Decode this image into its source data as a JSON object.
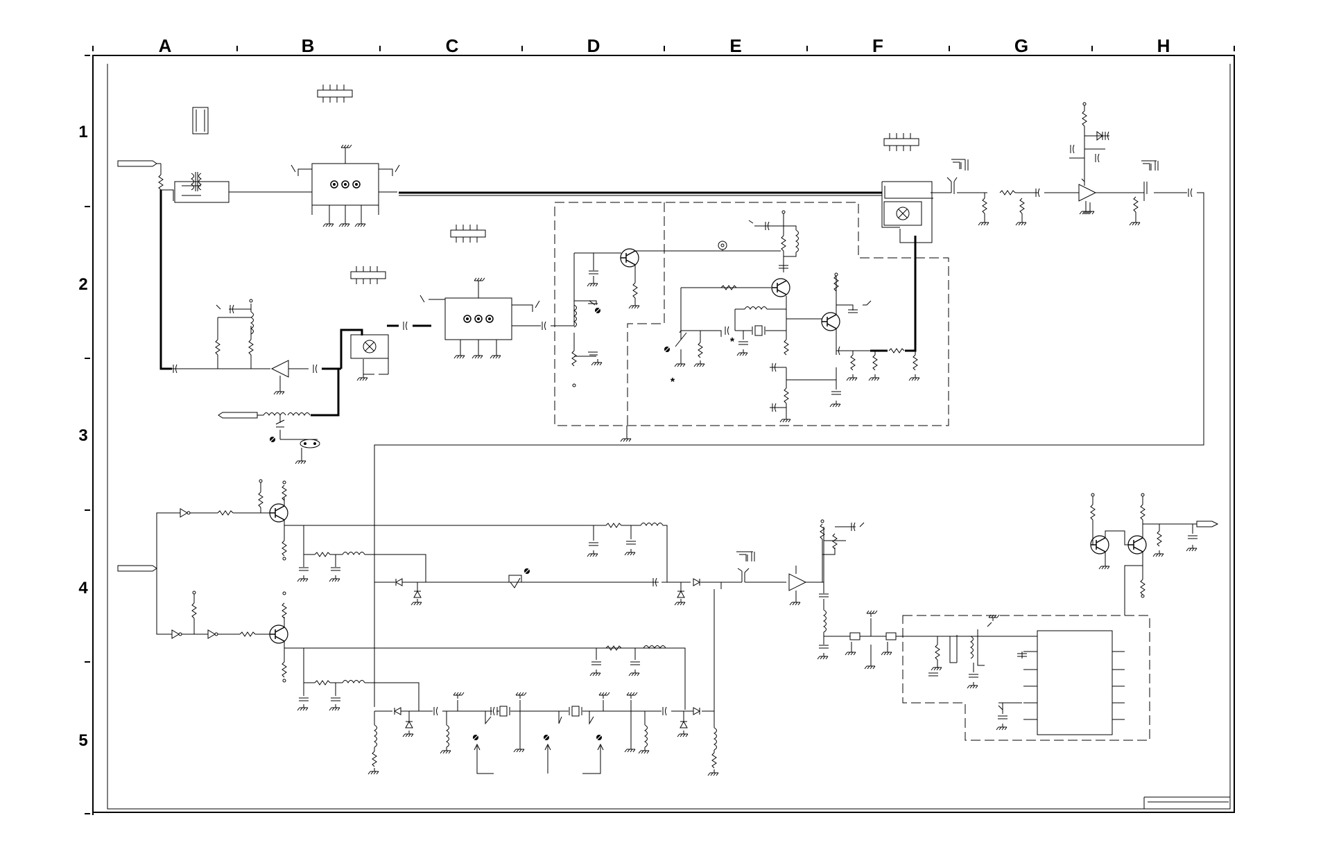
{
  "grid": {
    "columns": [
      "A",
      "B",
      "C",
      "D",
      "E",
      "F",
      "G",
      "H"
    ],
    "rows": [
      "1",
      "2",
      "3",
      "4",
      "5"
    ]
  },
  "annotations": {
    "asterisk_1": "*",
    "asterisk_2": "*"
  },
  "colors": {
    "line": "#000000",
    "background": "#ffffff"
  },
  "icons": [
    "transistor-icon",
    "transformer-icon",
    "mixer-icon",
    "amplifier-icon",
    "crystal-icon",
    "ic-chip-icon",
    "ground-icon",
    "variable-capacitor-icon"
  ]
}
